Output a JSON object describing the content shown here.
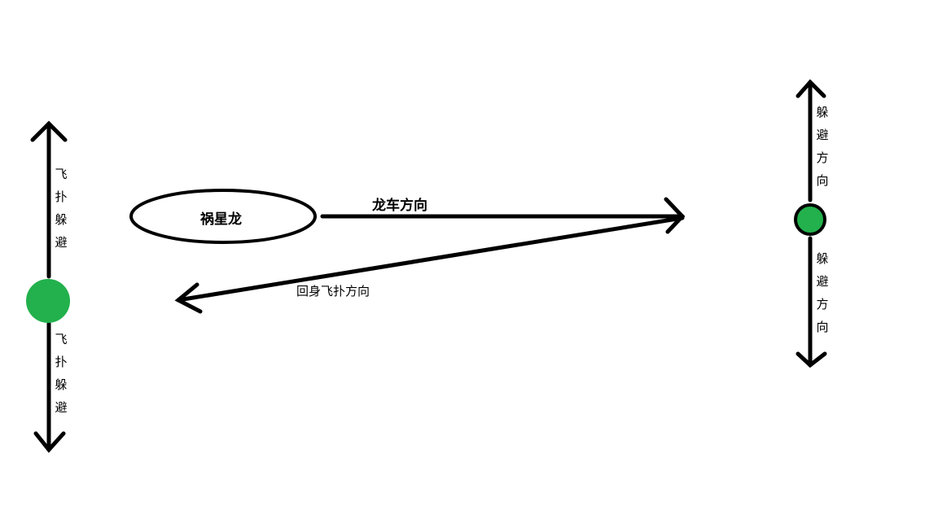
{
  "diagram": {
    "colors": {
      "stroke": "#000000",
      "dot_fill": "#22b14c",
      "background": "#ffffff"
    },
    "boss": {
      "label": "祸星龙"
    },
    "dragon_charge": {
      "label": "龙车方向"
    },
    "turnback_pounce": {
      "label": "回身飞扑方向"
    },
    "left_player": {
      "up_label": [
        "飞",
        "扑",
        "躲",
        "避"
      ],
      "down_label": [
        "飞",
        "扑",
        "躲",
        "避"
      ]
    },
    "right_player": {
      "up_label": [
        "躲",
        "避",
        "方",
        "向"
      ],
      "down_label": [
        "躲",
        "避",
        "方",
        "向"
      ]
    }
  }
}
